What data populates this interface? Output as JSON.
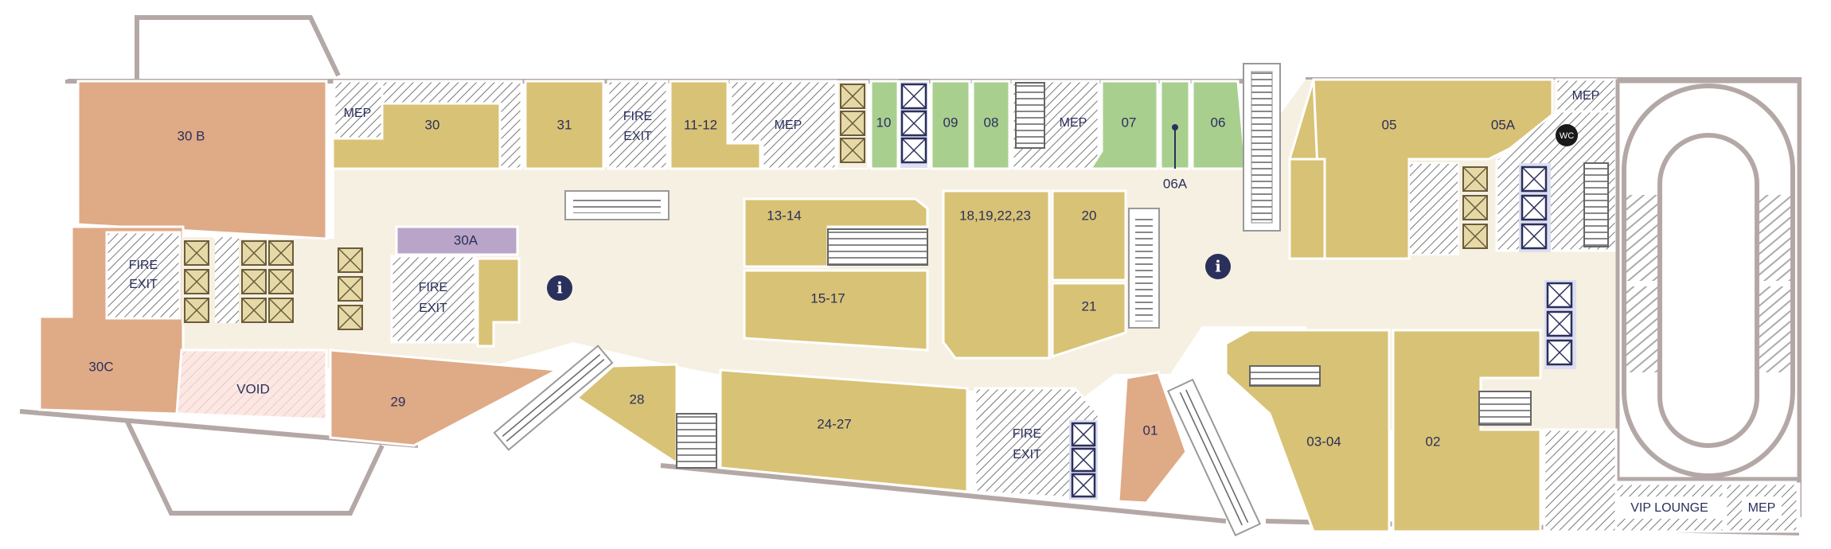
{
  "colors": {
    "corridor": "#f6f0e2",
    "shop": "#d8c275",
    "shop_stroke": "#ffffff",
    "salmon": "#dfaa86",
    "green": "#a9cf8f",
    "purple": "#b9a5c8",
    "hatch_bg": "#ffffff",
    "hatch_line": "#444444",
    "wall": "#b4a8a6",
    "navy": "#2b2f5c",
    "lift": "#c9b56f",
    "void": "#fbe6e2",
    "void_line": "#f0bfb5"
  },
  "units": {
    "u30b": "30 B",
    "mep1": "MEP",
    "u30": "30",
    "u31": "31",
    "fire_exit_top": [
      "FIRE",
      "EXIT"
    ],
    "u11_12": "11-12",
    "mep2": "MEP",
    "u10": "10",
    "u09": "09",
    "u08": "08",
    "mep3": "MEP",
    "u07": "07",
    "u06": "06",
    "u06a": "06A",
    "u05": "05",
    "u05a": "05A",
    "mep4": "MEP",
    "wc": "WC",
    "fire_exit_left": [
      "FIRE",
      "EXIT"
    ],
    "u30a": "30A",
    "fire_exit_mid": [
      "FIRE",
      "EXIT"
    ],
    "u13_14": "13-14",
    "u15_17": "15-17",
    "u18_23": "18,19,22,23",
    "u20": "20",
    "u21": "21",
    "u30c": "30C",
    "void": "VOID",
    "u29": "29",
    "u28": "28",
    "u24_27": "24-27",
    "fire_exit_bottom": [
      "FIRE",
      "EXIT"
    ],
    "u01": "01",
    "u03_04": "03-04",
    "u02": "02",
    "vip_lounge": "VIP LOUNGE",
    "mep5": "MEP"
  },
  "info_points": [
    {
      "icon": "info-icon",
      "glyph": "i"
    },
    {
      "icon": "info-icon",
      "glyph": "i"
    }
  ]
}
